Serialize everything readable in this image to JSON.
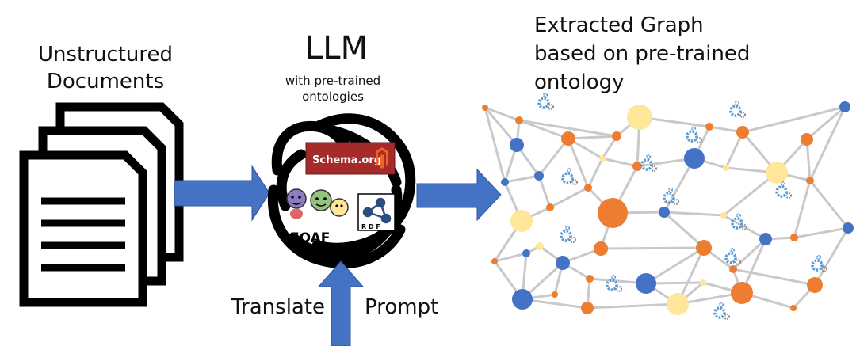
{
  "documents": {
    "title_line1": "Unstructured",
    "title_line2": "Documents"
  },
  "llm": {
    "title": "LLM",
    "subtitle_line1": "with pre-trained",
    "subtitle_line2": "ontologies",
    "schema_label": "Schema.org",
    "foaf_label": "FOAF",
    "rdf_label": "R D F"
  },
  "graph": {
    "title_line1": "Extracted Graph",
    "title_line2": "based on pre-trained",
    "title_line3": "ontology"
  },
  "inputs": {
    "translate_label": "Translate",
    "prompt_label": "Prompt"
  },
  "colors": {
    "arrow_blue": "#4472c4",
    "node_orange": "#ed7d31",
    "node_blue": "#4472c4",
    "node_yellow": "#ffe699",
    "edge_gray": "#c9c9c9",
    "schema_red": "#a52a2a",
    "gear_blue": "#5b9bd5"
  }
}
